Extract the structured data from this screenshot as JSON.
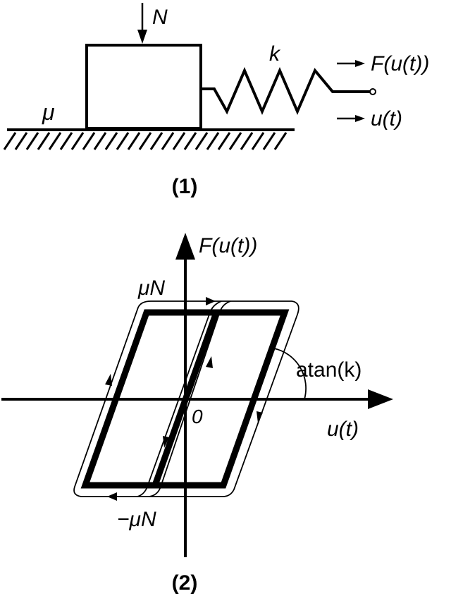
{
  "panel1": {
    "caption": "(1)",
    "normal_force_label": "N",
    "friction_label": "μ",
    "spring_label": "k",
    "force_label": "F(u(t))",
    "displacement_label": "u(t)"
  },
  "panel2": {
    "caption": "(2)",
    "y_axis_label": "F(u(t))",
    "x_axis_label": "u(t)",
    "origin_label": "0",
    "upper_level_label": "μN",
    "lower_level_label": "−μN",
    "slope_label": "atan(k)"
  },
  "colors": {
    "ink": "#000000",
    "background": "#ffffff"
  }
}
